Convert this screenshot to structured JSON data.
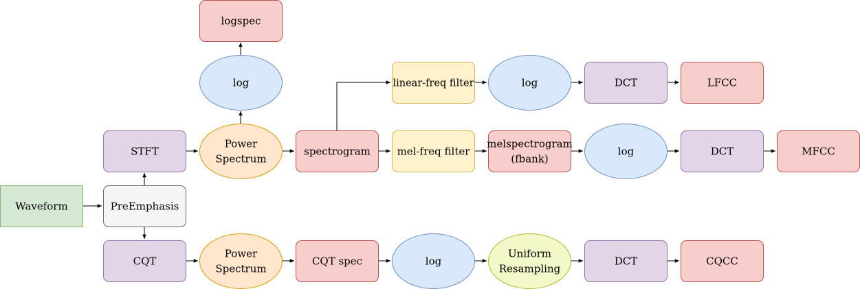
{
  "colors": {
    "purple": {
      "fill": "#e1d5e7",
      "stroke": "#9673a6"
    },
    "red": {
      "fill": "#f8cecc",
      "stroke": "#b85450"
    },
    "blue": {
      "fill": "#dae8fc",
      "stroke": "#6c8ebf"
    },
    "orange": {
      "fill": "#ffe6cc",
      "stroke": "#d79b00"
    },
    "yellow": {
      "fill": "#fff2cc",
      "stroke": "#d6b656"
    },
    "green": {
      "fill": "#d5e8d4",
      "stroke": "#82b366"
    },
    "gray": {
      "fill": "#f5f5f5",
      "stroke": "#666666",
      "text": "#333333"
    },
    "lime": {
      "fill": "#f2f8c8",
      "stroke": "#b5b52e"
    }
  },
  "nodes": {
    "waveform": {
      "label": "Waveform"
    },
    "preemphasis": {
      "label": "PreEmphasis"
    },
    "stft": {
      "label": "STFT"
    },
    "power_spectrum_top": {
      "label_line1": "Power",
      "label_line2": "Spectrum"
    },
    "log_top": {
      "label": "log"
    },
    "logspec": {
      "label": "logspec"
    },
    "spectrogram": {
      "label": "spectrogram"
    },
    "linear_freq_filter": {
      "label": "linear-freq filter"
    },
    "log_lfcc": {
      "label": "log"
    },
    "dct_lfcc": {
      "label": "DCT"
    },
    "lfcc": {
      "label": "LFCC"
    },
    "mel_freq_filter": {
      "label": "mel-freq filter"
    },
    "melspectrogram": {
      "label_line1": "melspectrogram",
      "label_line2": "(fbank)"
    },
    "log_mfcc": {
      "label": "log"
    },
    "dct_mfcc": {
      "label": "DCT"
    },
    "mfcc": {
      "label": "MFCC"
    },
    "cqt": {
      "label": "CQT"
    },
    "power_spectrum_bottom": {
      "label_line1": "Power",
      "label_line2": "Spectrum"
    },
    "cqt_spec": {
      "label": "CQT spec"
    },
    "log_cqcc": {
      "label": "log"
    },
    "uniform_resampling": {
      "label_line1": "Uniform",
      "label_line2": "Resampling"
    },
    "dct_cqcc": {
      "label": "DCT"
    },
    "cqcc": {
      "label": "CQCC"
    }
  }
}
